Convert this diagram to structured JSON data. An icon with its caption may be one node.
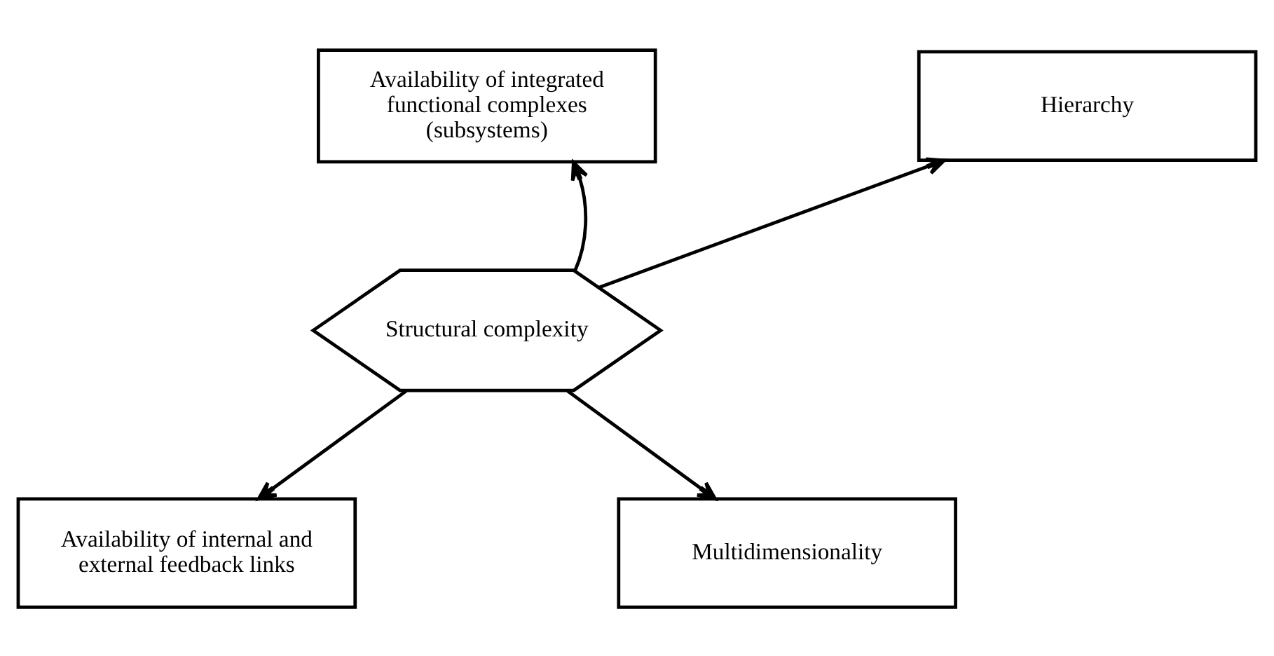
{
  "diagram": {
    "nodes": [
      {
        "text": [
          "Availability of integrated functional complexes (subsystems)"
        ]
      },
      {
        "text": [
          "Hierarchy"
        ]
      },
      {
        "text": [
          "Structural complexity"
        ]
      },
      {
        "text": [
          "Availability of internal and external feedback links"
        ]
      },
      {
        "text": [
          "Multidimensionality"
        ]
      }
    ],
    "edges": [
      {
        "from": 2,
        "to": 0,
        "arrow": "to"
      },
      {
        "from": 2,
        "to": 1,
        "arrow": "to"
      },
      {
        "from": 2,
        "to": 3,
        "arrow": "to"
      },
      {
        "from": 2,
        "to": 4,
        "arrow": "to"
      }
    ]
  }
}
